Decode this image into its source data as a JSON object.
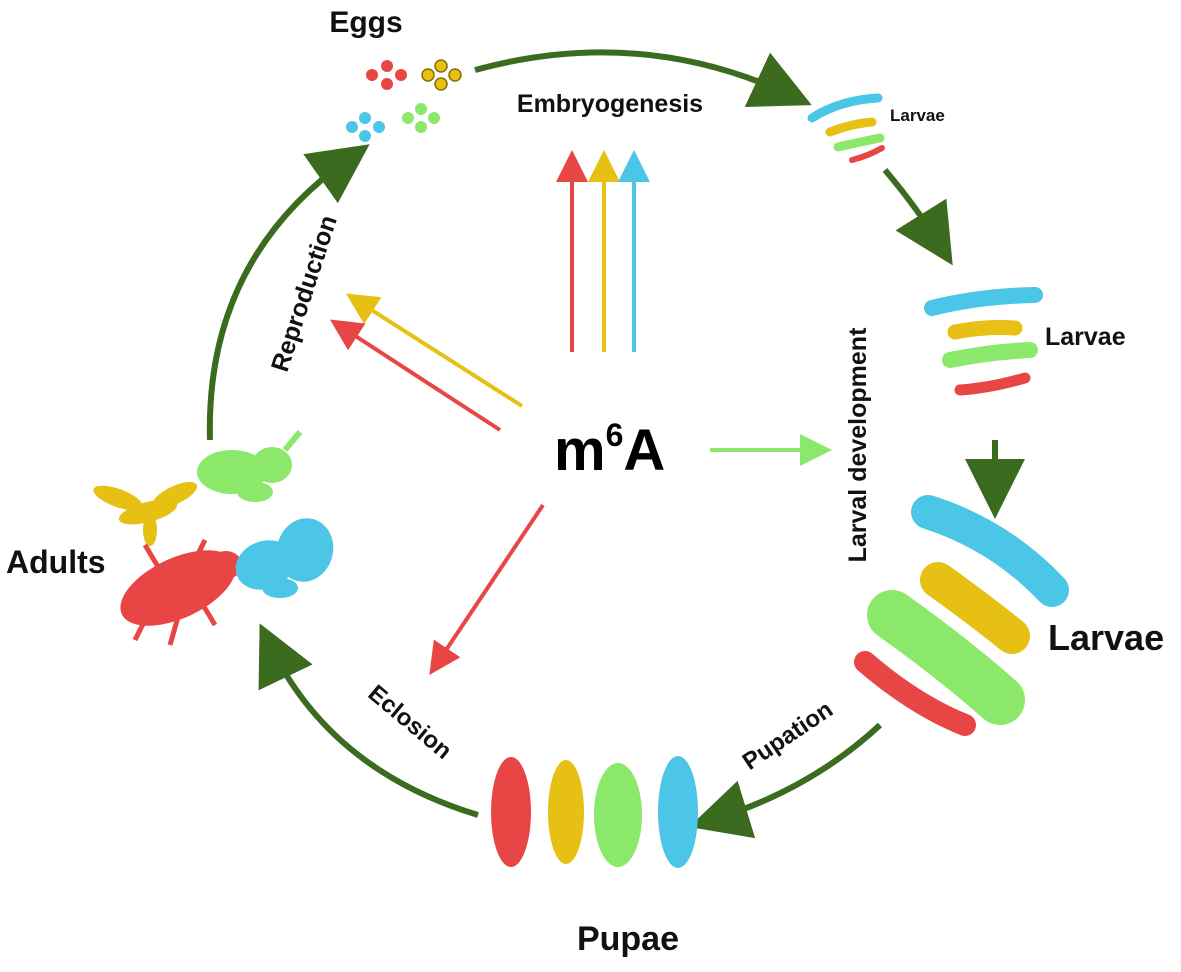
{
  "center": {
    "base": "m",
    "sup": "6",
    "tail": "A"
  },
  "stages": {
    "eggs": "Eggs",
    "larvae_small": "Larvae",
    "larvae_medium": "Larvae",
    "larvae_large": "Larvae",
    "pupae": "Pupae",
    "adults": "Adults"
  },
  "processes": {
    "embryogenesis": "Embryogenesis",
    "larval_development": "Larval development",
    "pupation": "Pupation",
    "eclosion": "Eclosion",
    "reproduction": "Reproduction"
  },
  "colors": {
    "cycle_arrow": "#3a6b1e",
    "red": "#e84545",
    "yellow": "#e6c012",
    "green": "#8be86a",
    "blue": "#4cc6e6"
  },
  "icons": {
    "eggs": "egg-cluster-icon",
    "larvae": "larva-icon",
    "pupae": "pupa-icon",
    "adults": "insect-icon"
  }
}
